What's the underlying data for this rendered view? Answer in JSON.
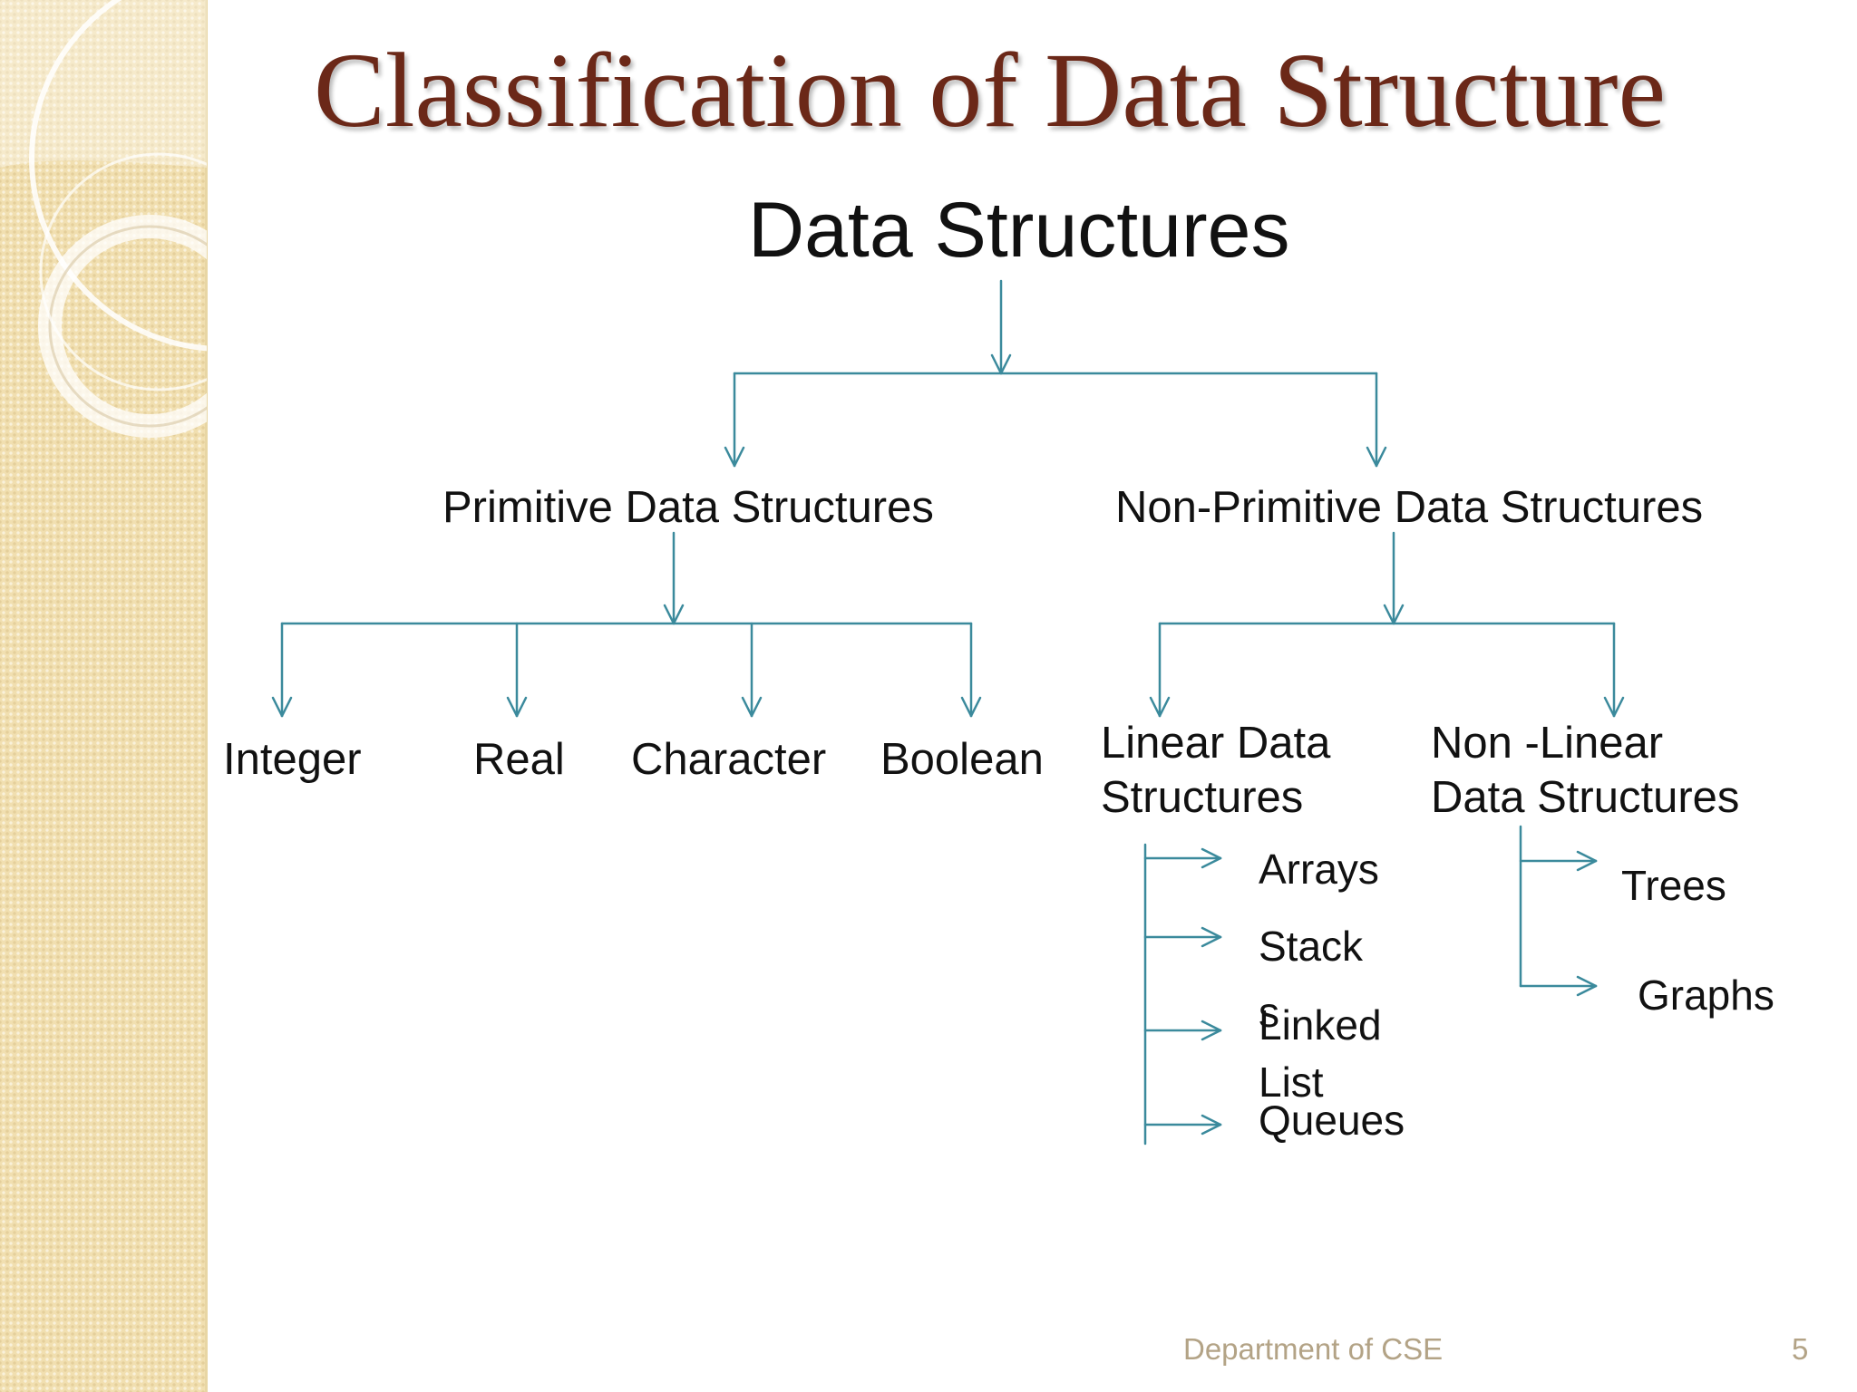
{
  "slide": {
    "title": "Classification of Data Structure",
    "footer": "Department of CSE",
    "page_number": "5"
  },
  "diagram": {
    "root": "Data Structures",
    "primitive": {
      "label": "Primitive Data Structures",
      "children": [
        "Integer",
        "Real",
        "Character",
        "Boolean"
      ]
    },
    "non_primitive": {
      "label": "Non-Primitive Data Structures",
      "linear": {
        "label_line1": "Linear Data",
        "label_line2": "Structures",
        "items": [
          "Arrays",
          "Stack",
          "s",
          "Linked",
          "List",
          "Queues"
        ]
      },
      "non_linear": {
        "label_line1": "Non -Linear",
        "label_line2": "Data Structures",
        "items": [
          "Trees",
          "Graphs"
        ]
      }
    },
    "connector_color": "#3b8a9c"
  }
}
